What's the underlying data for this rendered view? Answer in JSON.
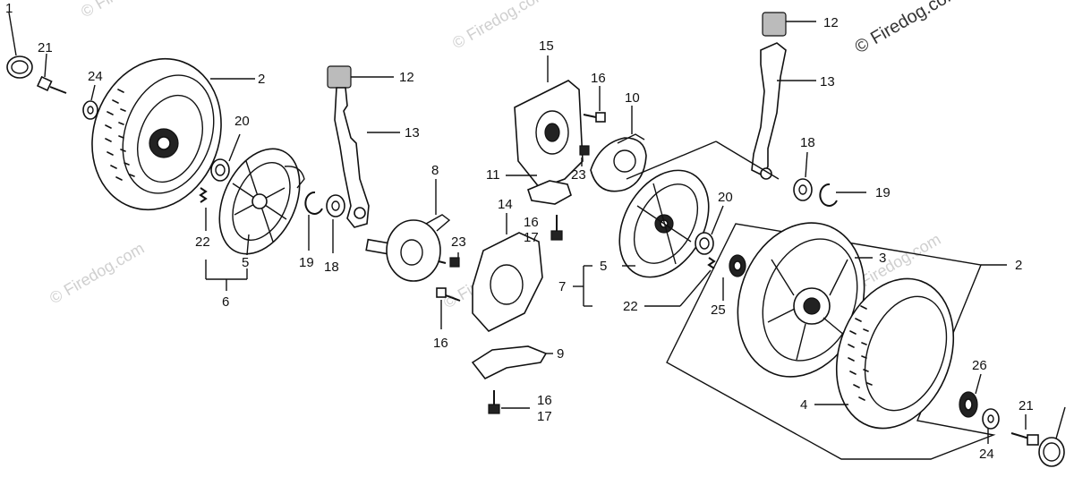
{
  "watermark": {
    "main": "© Firedog.com",
    "faint": "© Firedog.com"
  },
  "labels": {
    "p1": "1",
    "p21_left": "21",
    "p24_left": "24",
    "p2_left": "2",
    "p20_left": "20",
    "p22_left": "22",
    "p5_left": "5",
    "p6": "6",
    "p19_left": "19",
    "p18_left": "18",
    "p12_left": "12",
    "p13_left": "13",
    "p8": "8",
    "p23_left": "23",
    "p15": "15",
    "p16_top": "16",
    "p10": "10",
    "p11": "11",
    "p23_mid": "23",
    "p14": "14",
    "p16_mid": "16",
    "p17_mid": "17",
    "p16_low": "16",
    "p9": "9",
    "p16_bot": "16",
    "p17_bot": "17",
    "p12_right": "12",
    "p13_right": "13",
    "p18_right": "18",
    "p19_right": "19",
    "p20_right": "20",
    "p5_right": "5",
    "p7": "7",
    "p22_right": "22",
    "p25": "25",
    "p3": "3",
    "p2_right": "2",
    "p4": "4",
    "p26": "26",
    "p21_right": "21",
    "p24_right": "24"
  }
}
